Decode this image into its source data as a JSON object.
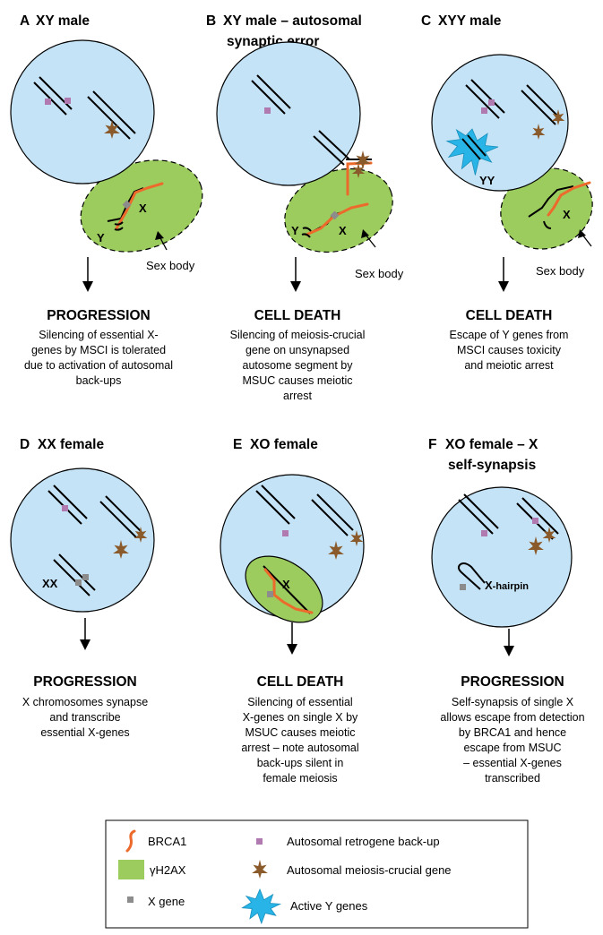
{
  "panels": [
    {
      "letter": "A",
      "title_lines": [
        "XY male"
      ],
      "outcome": "PROGRESSION",
      "description": [
        "Silencing of essential X-",
        "genes by MSCI is tolerated",
        "due to activation of autosomal",
        "back-ups"
      ],
      "labels": {
        "y": "Y",
        "x": "X",
        "sex_body": "Sex body"
      }
    },
    {
      "letter": "B",
      "title_lines": [
        "XY male – autosomal",
        "synaptic error"
      ],
      "outcome": "CELL DEATH",
      "description": [
        "Silencing of meiosis-crucial",
        "gene on unsynapsed",
        "autosome segment by",
        "MSUC causes meiotic",
        "arrest"
      ],
      "labels": {
        "y": "Y",
        "x": "X",
        "sex_body": "Sex body"
      }
    },
    {
      "letter": "C",
      "title_lines": [
        "XYY male"
      ],
      "outcome": "CELL DEATH",
      "description": [
        "Escape of Y genes from",
        "MSCI causes toxicity",
        "and meiotic arrest"
      ],
      "labels": {
        "yy": "YY",
        "x": "X",
        "sex_body": "Sex body"
      }
    },
    {
      "letter": "D",
      "title_lines": [
        "XX female"
      ],
      "outcome": "PROGRESSION",
      "description": [
        "X chromosomes synapse",
        "and transcribe",
        "essential X-genes"
      ],
      "labels": {
        "xx": "XX"
      }
    },
    {
      "letter": "E",
      "title_lines": [
        "XO female"
      ],
      "outcome": "CELL DEATH",
      "description": [
        "Silencing of essential",
        "X-genes on single X by",
        "MSUC causes meiotic",
        "arrest – note autosomal",
        "back-ups silent in",
        "female meiosis"
      ],
      "labels": {
        "x": "X"
      }
    },
    {
      "letter": "F",
      "title_lines": [
        "XO female – X",
        "self-synapsis"
      ],
      "outcome": "PROGRESSION",
      "description": [
        "Self-synapsis of single X",
        "allows escape from detection",
        "by BRCA1 and hence",
        "escape from MSUC",
        "– essential X-genes",
        "transcribed"
      ],
      "labels": {
        "x_main": "X",
        "x_sub": "-hairpin"
      }
    }
  ],
  "legend": {
    "brca1": "BRCA1",
    "h2ax": "γH2AX",
    "xgene": "X gene",
    "retrogene": "Autosomal retrogene back-up",
    "crucial": "Autosomal meiosis-crucial gene",
    "activey": "Active Y genes"
  },
  "colors": {
    "nucleus": "#c4e3f6",
    "sex_body": "#9ccc5e",
    "brca1": "#ec6a2c",
    "xgene": "#8c8c8c",
    "retrogene": "#b07ab0",
    "crucial": "#8a5a2a",
    "active_y": "#28b4e6"
  },
  "icons": [
    "brca1-strand-icon",
    "h2ax-square-icon",
    "x-gene-square-icon",
    "retrogene-square-icon",
    "crucial-gene-star-icon",
    "active-y-burst-icon",
    "arrow-down-icon"
  ]
}
